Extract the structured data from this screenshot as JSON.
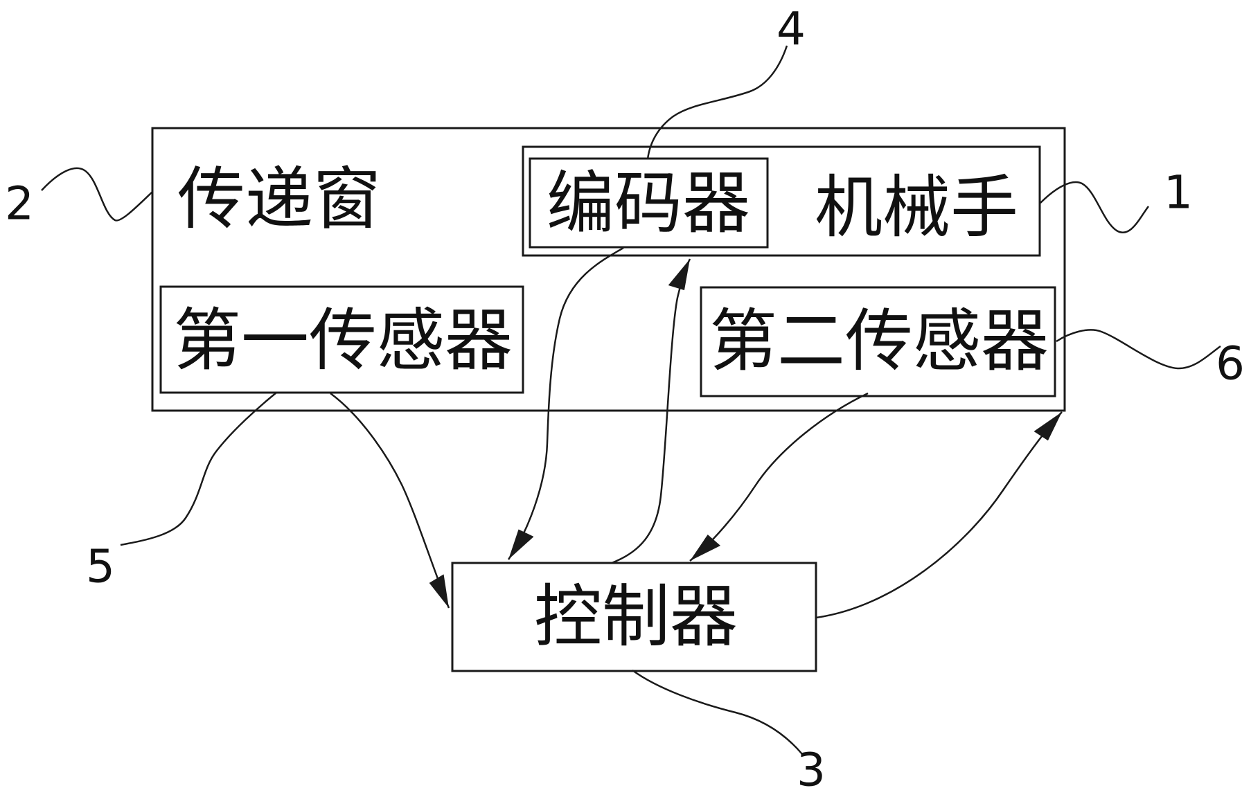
{
  "diagram": {
    "title": "patent-style block diagram of a transfer window system",
    "boxes": {
      "transfer_window": {
        "label": "传递窗"
      },
      "encoder": {
        "label": "编码器"
      },
      "manipulator": {
        "label": "机械手"
      },
      "first_sensor": {
        "label": "第一传感器"
      },
      "second_sensor": {
        "label": "第二传感器"
      },
      "controller": {
        "label": "控制器"
      }
    },
    "reference_numerals": {
      "manipulator": "1",
      "transfer_window": "2",
      "controller": "3",
      "encoder": "4",
      "first_sensor": "5",
      "second_sensor": "6"
    },
    "colors": {
      "line": "#1a1a1a",
      "text": "#111111",
      "background": "#ffffff"
    }
  }
}
